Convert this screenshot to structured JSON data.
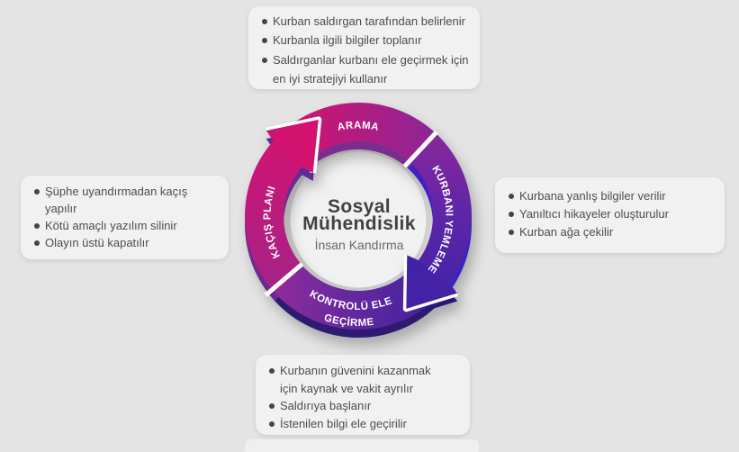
{
  "background_color": "#e4e4e4",
  "diagram": {
    "center": {
      "title": "Sosyal Mühendislik",
      "subtitle": "İnsan Kandırma"
    },
    "segments": [
      {
        "label": "ARAMA",
        "color_start": "#d01371",
        "color_end": "#8c2597"
      },
      {
        "label": "KURBANI YEMLEME",
        "color_start": "#87279c",
        "color_end": "#4322a6"
      },
      {
        "label_line1": "KONTROLÜ ELE",
        "label_line2": "GEÇİRME",
        "color_start": "#43239e",
        "color_end": "#8e2b9b"
      },
      {
        "label": "KAÇIŞ PLANI",
        "color_start": "#a62387",
        "color_end": "#d01371"
      }
    ],
    "flow": "clockwise"
  },
  "callouts": {
    "top": {
      "items": [
        "Kurban saldırgan tarafından belirlenir",
        "Kurbanla ilgili bilgiler toplanır",
        "Saldırganlar kurbanı ele geçirmek için en iyi stratejiyi kullanır"
      ]
    },
    "right": {
      "items": [
        "Kurbana yanlış bilgiler verilir",
        "Yanıltıcı hikayeler oluşturulur",
        "Kurban ağa çekilir"
      ]
    },
    "left": {
      "items": [
        "Şüphe uyandırmadan kaçış yapılır",
        "Kötü amaçlı yazılım silinir",
        "Olayın üstü kapatılır"
      ]
    },
    "bottom": {
      "items": [
        "Kurbanın güvenini kazanmak için kaynak ve vakit ayrılır",
        "Saldırıya başlanır",
        "İstenilen bilgi ele geçirilir"
      ]
    }
  }
}
